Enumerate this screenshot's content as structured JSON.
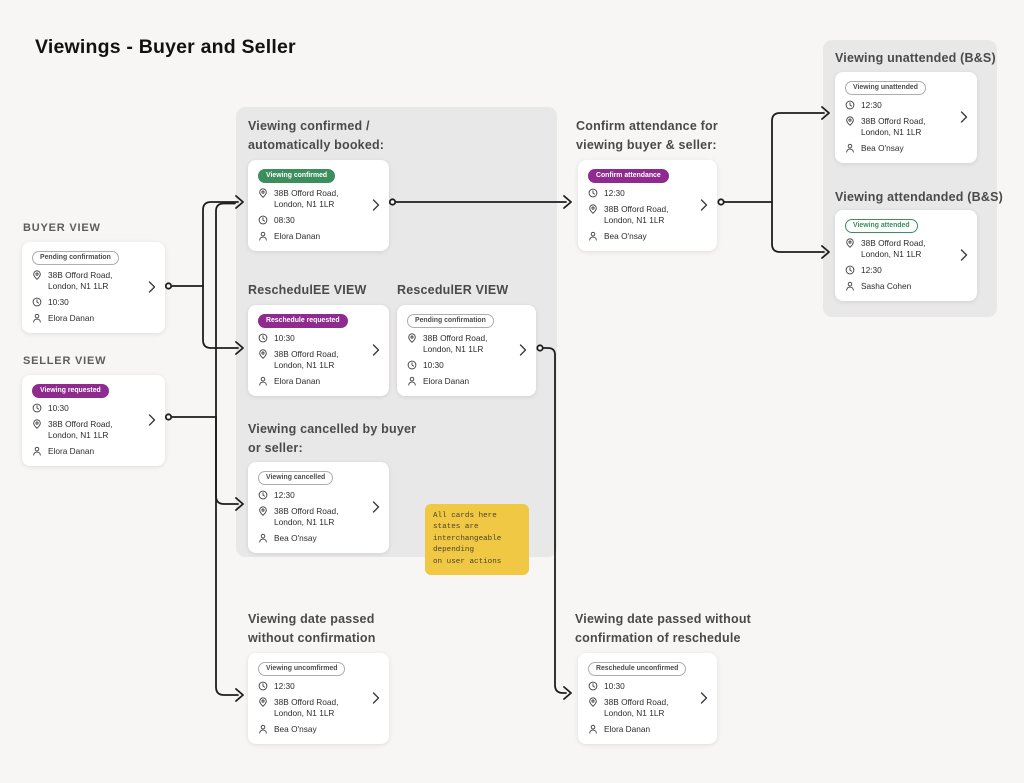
{
  "title": "Viewings - Buyer and Seller",
  "colors": {
    "background": "#f7f6f4",
    "panel_gray": "#e9e8e8",
    "accent_purple": "#8f2b8f",
    "accent_green": "#3c8e5f",
    "note_yellow": "#f0c843",
    "wire_black": "#1e1e1e"
  },
  "headings": {
    "buyer_view": "BUYER VIEW",
    "seller_view": "SELLER VIEW",
    "viewing_confirmed": "Viewing confirmed /\nautomatically booked:",
    "reschedulee": "ReschedulEE VIEW",
    "rescheduler": "RescedulER VIEW",
    "cancelled": "Viewing cancelled by buyer\nor seller:",
    "confirm_attendance": "Confirm attendance for\nviewing buyer & seller:",
    "unattended": "Viewing unattended (B&S)",
    "attended": "Viewing attendanded (B&S)",
    "date_passed": "Viewing date passed\nwithout confirmation",
    "date_passed_reschedule": "Viewing date passed without\nconfirmation of reschedule"
  },
  "note": {
    "text": "All cards here states are\ninterchangeable depending\non user actions"
  },
  "cards": {
    "buyer": {
      "badge": {
        "text": "Pending confirmation",
        "style": "outline"
      },
      "rows": [
        {
          "icon": "location-pin",
          "text": "38B Offord Road, London, N1 1LR"
        },
        {
          "icon": "clock",
          "text": "10:30"
        },
        {
          "icon": "person",
          "text": "Elora Danan"
        }
      ]
    },
    "seller": {
      "badge": {
        "text": "Viewing requested",
        "style": "purple"
      },
      "rows": [
        {
          "icon": "clock",
          "text": "10:30"
        },
        {
          "icon": "location-pin",
          "text": "38B Offord Road, London, N1 1LR"
        },
        {
          "icon": "person",
          "text": "Elora Danan"
        }
      ]
    },
    "confirmed": {
      "badge": {
        "text": "Viewing confirmed",
        "style": "green"
      },
      "rows": [
        {
          "icon": "location-pin",
          "text": "38B Offord Road, London, N1 1LR"
        },
        {
          "icon": "clock",
          "text": "08:30"
        },
        {
          "icon": "person",
          "text": "Elora Danan"
        }
      ]
    },
    "reschedulee": {
      "badge": {
        "text": "Reschedule requested",
        "style": "purple"
      },
      "rows": [
        {
          "icon": "clock",
          "text": "10:30"
        },
        {
          "icon": "location-pin",
          "text": "38B Offord Road, London, N1 1LR"
        },
        {
          "icon": "person",
          "text": "Elora Danan"
        }
      ]
    },
    "rescheduler": {
      "badge": {
        "text": "Pending confirmation",
        "style": "outline"
      },
      "rows": [
        {
          "icon": "location-pin",
          "text": "38B Offord Road, London, N1 1LR"
        },
        {
          "icon": "clock",
          "text": "10:30"
        },
        {
          "icon": "person",
          "text": "Elora Danan"
        }
      ]
    },
    "cancelled": {
      "badge": {
        "text": "Viewing cancelled",
        "style": "outline"
      },
      "rows": [
        {
          "icon": "clock",
          "text": "12:30"
        },
        {
          "icon": "location-pin",
          "text": "38B Offord Road, London, N1 1LR"
        },
        {
          "icon": "person",
          "text": "Bea O'nsay"
        }
      ]
    },
    "confirm_attendance": {
      "badge": {
        "text": "Confirm attendance",
        "style": "purple"
      },
      "rows": [
        {
          "icon": "clock",
          "text": "12:30"
        },
        {
          "icon": "location-pin",
          "text": "38B Offord Road, London, N1 1LR"
        },
        {
          "icon": "person",
          "text": "Bea O'nsay"
        }
      ]
    },
    "unattended": {
      "badge": {
        "text": "Viewing unattended",
        "style": "outline"
      },
      "rows": [
        {
          "icon": "clock",
          "text": "12:30"
        },
        {
          "icon": "location-pin",
          "text": "38B Offord Road, London, N1 1LR"
        },
        {
          "icon": "person",
          "text": "Bea O'nsay"
        }
      ]
    },
    "attended": {
      "badge": {
        "text": "Viewing attended",
        "style": "green-outline"
      },
      "rows": [
        {
          "icon": "location-pin",
          "text": "38B Offord Road, London, N1 1LR"
        },
        {
          "icon": "clock",
          "text": "12:30"
        },
        {
          "icon": "person",
          "text": "Sasha Cohen"
        }
      ]
    },
    "passed": {
      "badge": {
        "text": "Viewing uncomfirmed",
        "style": "outline"
      },
      "rows": [
        {
          "icon": "clock",
          "text": "12:30"
        },
        {
          "icon": "location-pin",
          "text": "38B Offord Road, London, N1 1LR"
        },
        {
          "icon": "person",
          "text": "Bea O'nsay"
        }
      ]
    },
    "passed_reschedule": {
      "badge": {
        "text": "Reschedule unconfirmed",
        "style": "outline"
      },
      "rows": [
        {
          "icon": "clock",
          "text": "10:30"
        },
        {
          "icon": "location-pin",
          "text": "38B Offord Road, London, N1 1LR"
        },
        {
          "icon": "person",
          "text": "Elora Danan"
        }
      ]
    }
  }
}
